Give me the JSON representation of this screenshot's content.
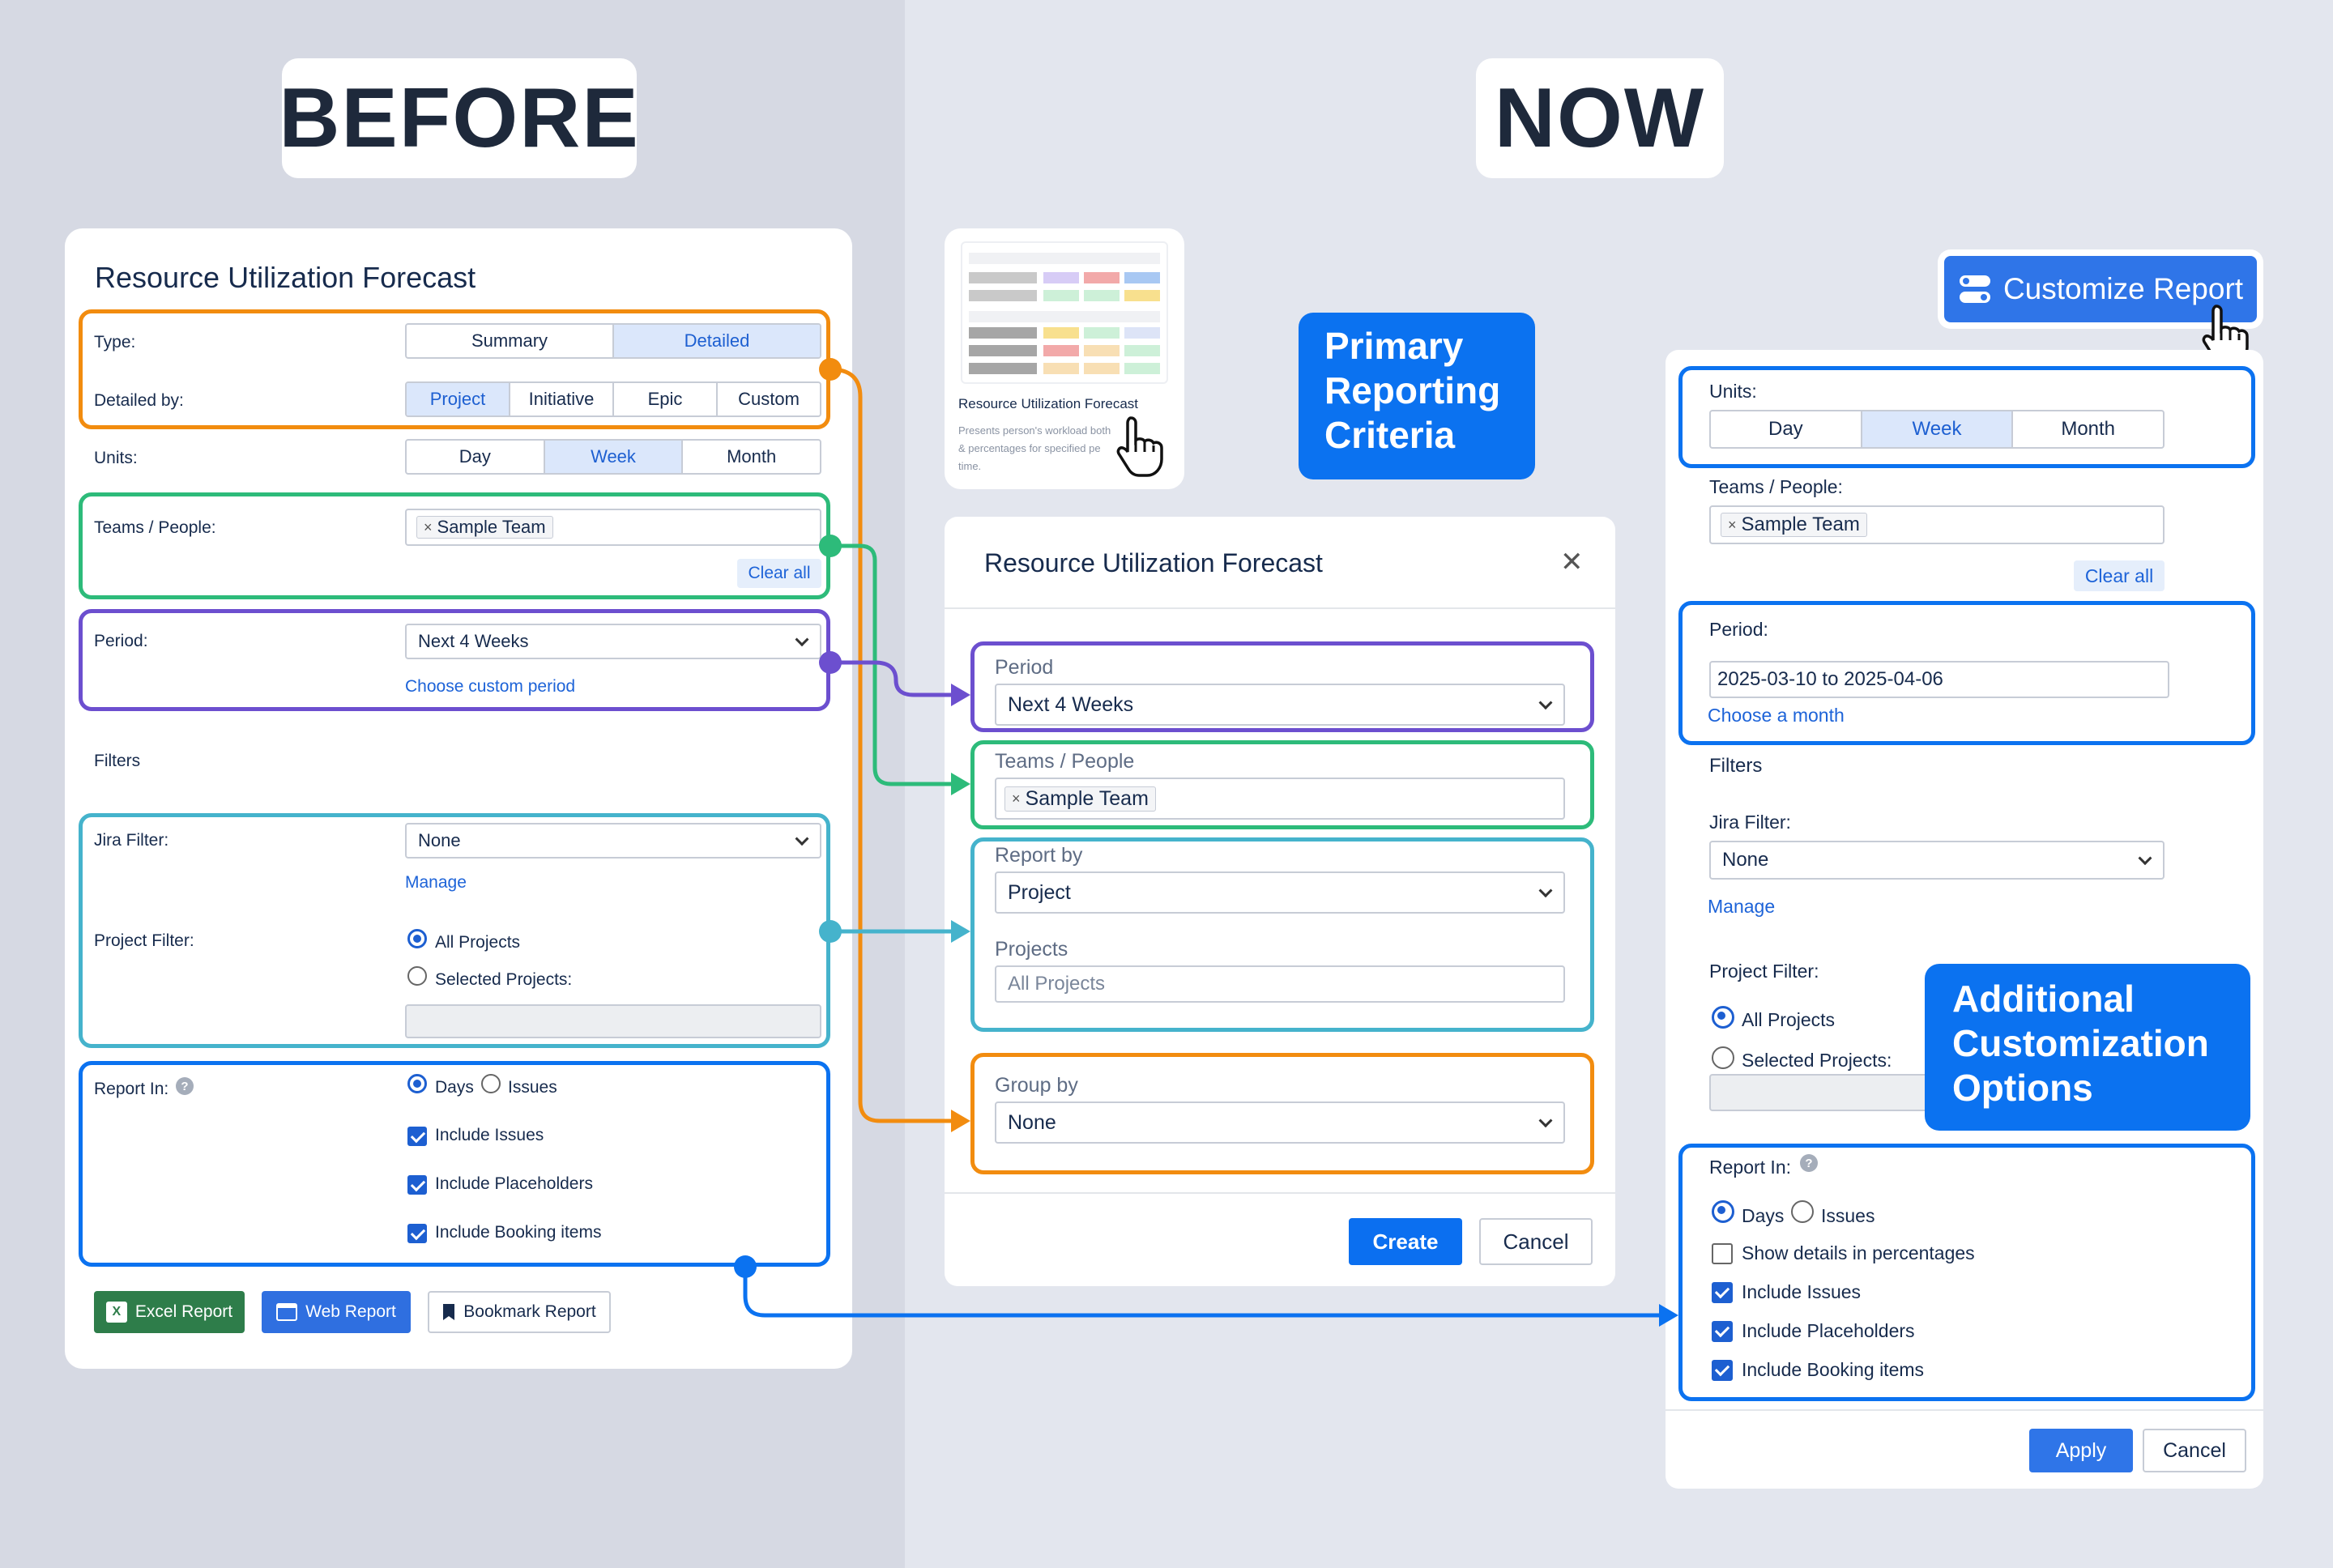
{
  "header": {
    "before": "BEFORE",
    "now": "NOW"
  },
  "before": {
    "title": "Resource Utilization Forecast",
    "type_label": "Type:",
    "type_options": [
      "Summary",
      "Detailed"
    ],
    "detailed_by_label": "Detailed by:",
    "detailed_by_options": [
      "Project",
      "Initiative",
      "Epic",
      "Custom"
    ],
    "units_label": "Units:",
    "units_options": [
      "Day",
      "Week",
      "Month"
    ],
    "teams_label": "Teams / People:",
    "team_chip": "Sample Team",
    "clear_all": "Clear all",
    "period_label": "Period:",
    "period_value": "Next 4 Weeks",
    "choose_custom": "Choose custom period",
    "filters_label": "Filters",
    "jira_filter_label": "Jira Filter:",
    "jira_filter_value": "None",
    "manage": "Manage",
    "project_filter_label": "Project Filter:",
    "all_projects": "All Projects",
    "selected_projects": "Selected Projects:",
    "report_in_label": "Report In:",
    "days": "Days",
    "issues": "Issues",
    "include_issues": "Include Issues",
    "include_placeholders": "Include Placeholders",
    "include_booking": "Include Booking items",
    "excel_report": "Excel Report",
    "web_report": "Web Report",
    "bookmark_report": "Bookmark Report"
  },
  "thumb": {
    "title": "Resource Utilization Forecast",
    "desc_lines": [
      "Presents person's workload both",
      "& percentages for specified pe",
      "time."
    ]
  },
  "callouts": {
    "primary": [
      "Primary",
      "Reporting",
      "Criteria"
    ],
    "additional": [
      "Additional",
      "Customization",
      "Options"
    ]
  },
  "modal": {
    "title": "Resource Utilization Forecast",
    "close": "✕",
    "period_label": "Period",
    "period_value": "Next 4 Weeks",
    "teams_label": "Teams / People",
    "team_chip": "Sample Team",
    "report_by_label": "Report by",
    "report_by_value": "Project",
    "projects_label": "Projects",
    "projects_placeholder": "All Projects",
    "group_by_label": "Group by",
    "group_by_value": "None",
    "create": "Create",
    "cancel": "Cancel"
  },
  "customize": {
    "button": "Customize Report",
    "units_label": "Units:",
    "units_options": [
      "Day",
      "Week",
      "Month"
    ],
    "teams_label": "Teams / People:",
    "team_chip": "Sample Team",
    "clear_all": "Clear all",
    "period_label": "Period:",
    "period_value": "2025-03-10 to 2025-04-06",
    "choose_month": "Choose a month",
    "filters_label": "Filters",
    "jira_filter_label": "Jira Filter:",
    "jira_filter_value": "None",
    "manage": "Manage",
    "project_filter_label": "Project Filter:",
    "all_projects": "All Projects",
    "selected_projects": "Selected Projects:",
    "report_in_label": "Report In:",
    "days": "Days",
    "issues": "Issues",
    "show_percent": "Show details in percentages",
    "include_issues": "Include Issues",
    "include_placeholders": "Include Placeholders",
    "include_booking": "Include Booking items",
    "apply": "Apply",
    "cancel": "Cancel"
  },
  "colors": {
    "orange": "#f28c0f",
    "green": "#2dbb7a",
    "purple": "#6c4fcf",
    "teal": "#45b3cc",
    "blue": "#0b72f0",
    "accent": "#1d5fd1"
  }
}
